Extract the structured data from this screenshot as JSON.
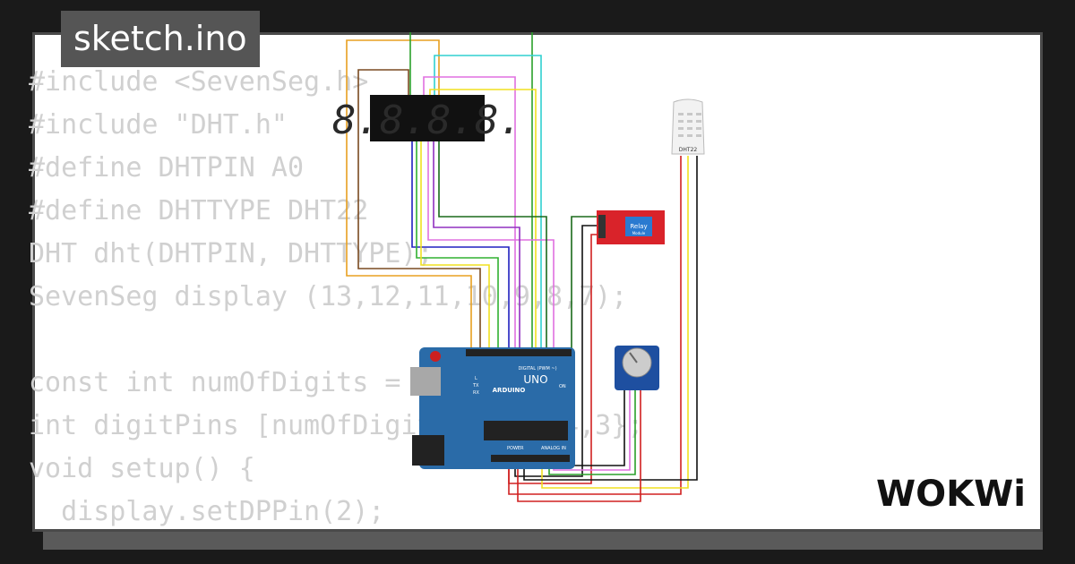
{
  "header": {
    "title": "sketch.ino"
  },
  "code_lines": [
    "#include <SevenSeg.h>",
    "#include \"DHT.h\"",
    "#define DHTPIN A0",
    "#define DHTTYPE DHT22",
    "DHT dht(DHTPIN, DHTTYPE);",
    "SevenSeg display (13,12,11,10,9,8,7);",
    "",
    "const int numOfDigits = 4;",
    "int digitPins [numOfDigits]={6,5,4,3};",
    "void setup() {",
    "  display.setDPPin(2);"
  ],
  "components": {
    "seven_segment": {
      "digits": "8.8.8.8."
    },
    "dht22": {
      "label": "DHT22"
    },
    "relay": {
      "label": "Relay",
      "sublabel": "Module"
    },
    "arduino": {
      "brand": "ARDUINO",
      "model": "UNO",
      "digital_label": "DIGITAL (PWM ~)",
      "power_label": "POWER",
      "analog_label": "ANALOG IN",
      "on_label": "ON",
      "tx_label": "TX",
      "rx_label": "RX",
      "l_label": "L"
    }
  },
  "brand": {
    "logo": "WOKWi"
  },
  "colors": {
    "background": "#1a1a1a",
    "card": "#ffffff",
    "title_bg": "#555555",
    "code_text": "#d0d0d0",
    "arduino_blue": "#2a6ba8",
    "relay_red": "#d9232a"
  }
}
